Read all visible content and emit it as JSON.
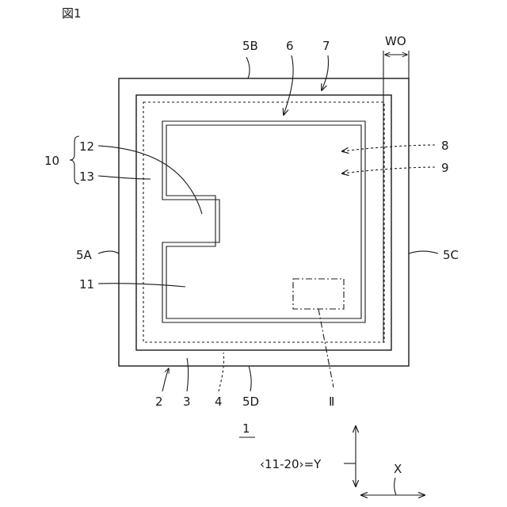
{
  "figure": {
    "title": "図1",
    "device_ref": "1"
  },
  "labels": {
    "l_5B": "5B",
    "l_6": "6",
    "l_7": "7",
    "l_WO": "WO",
    "l_10": "10",
    "l_12": "12",
    "l_13": "13",
    "l_8": "8",
    "l_9": "9",
    "l_5A": "5A",
    "l_5C": "5C",
    "l_11": "11",
    "l_2": "2",
    "l_3": "3",
    "l_4": "4",
    "l_5D": "5D",
    "l_II": "Ⅱ"
  },
  "axes": {
    "y_label": "‹11-20›=Y",
    "x_label": "X"
  }
}
